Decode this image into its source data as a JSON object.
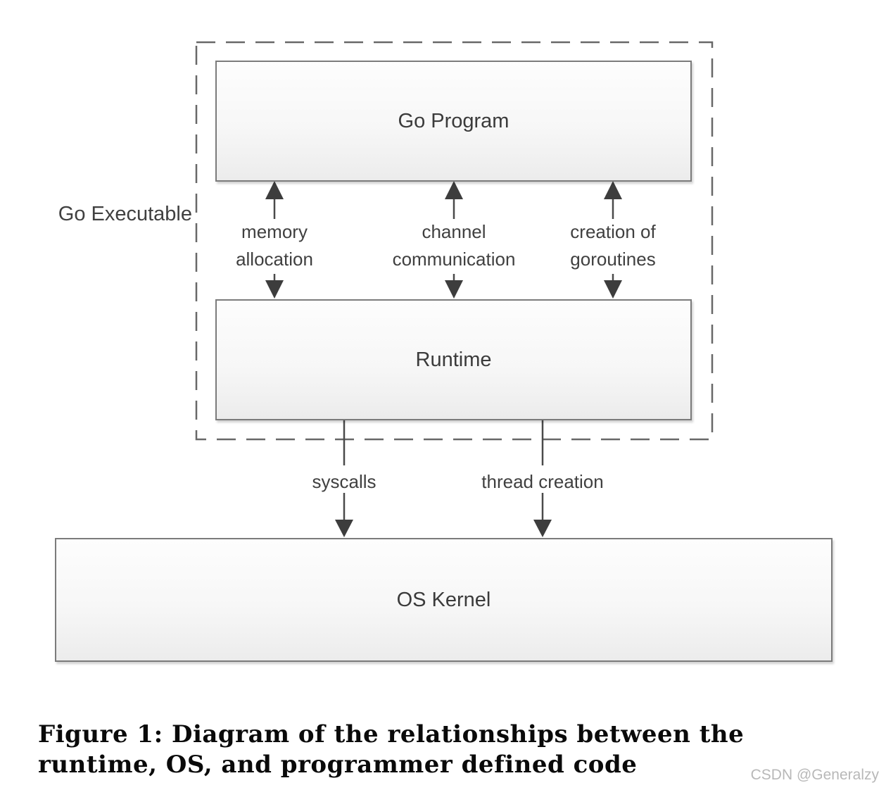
{
  "diagram": {
    "executable_label": "Go Executable",
    "boxes": {
      "go_program": "Go Program",
      "runtime": "Runtime",
      "os_kernel": "OS Kernel"
    },
    "program_runtime_links": [
      {
        "label": "memory\nallocation"
      },
      {
        "label": "channel\ncommunication"
      },
      {
        "label": "creation of\ngoroutines"
      }
    ],
    "runtime_kernel_links": [
      {
        "label": "syscalls"
      },
      {
        "label": "thread creation"
      }
    ],
    "colors": {
      "box_border": "#7b7b7b",
      "box_fill_top": "#fdfdfd",
      "box_fill_bottom": "#ececec",
      "dashed_border": "#686868",
      "line": "#4a4a4a",
      "arrowhead": "#3d3d3d",
      "text": "#404040",
      "watermark": "#b8b8b8"
    }
  },
  "caption": {
    "text": "Figure 1: Diagram of the relationships between the\nruntime, OS, and programmer defined code"
  },
  "page": {
    "watermark": "CSDN @Generalzy"
  }
}
